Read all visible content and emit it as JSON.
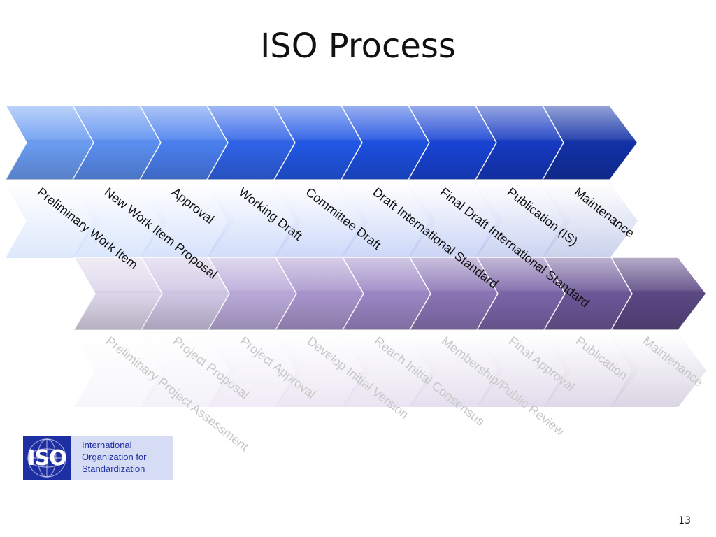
{
  "slide": {
    "title": "ISO Process",
    "page_number": "13"
  },
  "logo": {
    "letters": "ISO",
    "lines": [
      "International",
      "Organization for",
      "Standardization"
    ]
  },
  "process_rows": [
    {
      "steps": [
        "Preliminary Work Item",
        "New Work Item Proposal",
        "Approval",
        "Working Draft",
        "Committee Draft",
        "Draft International Standard",
        "Final Draft International Standard",
        "Publication (IS)",
        "Maintenance"
      ],
      "colors": [
        "#6a9cf2",
        "#5a8ef0",
        "#4a7fef",
        "#2f63e8",
        "#2157e6",
        "#1c4fe0",
        "#1843d4",
        "#1539c0",
        "#1231a6"
      ]
    },
    {
      "steps": [
        "Preliminary  Project Assessment",
        "Project Proposal",
        "Project Approval",
        "Develop Initial Version",
        "Reach Initial Consensus",
        "Membership/Public Review",
        "Final Approval",
        "Publication",
        "Maintenance"
      ],
      "colors": [
        "#dcd6ea",
        "#cfc6e4",
        "#b9a9d9",
        "#a894cc",
        "#9a86c4",
        "#8a74b5",
        "#7a64a8",
        "#6c5798",
        "#5b4884"
      ]
    }
  ]
}
